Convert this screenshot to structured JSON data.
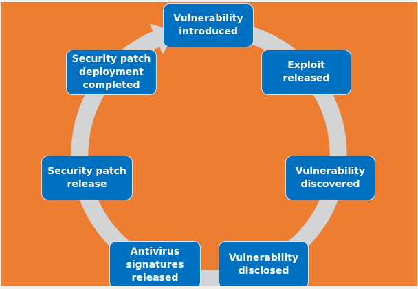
{
  "diagram": {
    "type": "cycle",
    "direction": "clockwise",
    "colors": {
      "background": "#ED7D31",
      "node_fill": "#0070C0",
      "node_text": "#FFFFFF",
      "ring": "#D3D4D6"
    },
    "nodes": [
      {
        "id": "vulnerability-introduced",
        "label": "Vulnerability\nintroduced"
      },
      {
        "id": "exploit-released",
        "label": "Exploit\nreleased"
      },
      {
        "id": "vulnerability-discovered",
        "label": "Vulnerability\ndiscovered"
      },
      {
        "id": "vulnerability-disclosed",
        "label": "Vulnerability\ndisclosed"
      },
      {
        "id": "antivirus-signatures-released",
        "label": "Antivirus\nsignatures\nreleased"
      },
      {
        "id": "security-patch-release",
        "label": "Security patch\nrelease"
      },
      {
        "id": "security-patch-deployment-completed",
        "label": "Security patch\ndeployment\ncompleted"
      }
    ],
    "edges": [
      [
        "vulnerability-introduced",
        "exploit-released"
      ],
      [
        "exploit-released",
        "vulnerability-discovered"
      ],
      [
        "vulnerability-discovered",
        "vulnerability-disclosed"
      ],
      [
        "vulnerability-disclosed",
        "antivirus-signatures-released"
      ],
      [
        "antivirus-signatures-released",
        "security-patch-release"
      ],
      [
        "security-patch-release",
        "security-patch-deployment-completed"
      ],
      [
        "security-patch-deployment-completed",
        "vulnerability-introduced"
      ]
    ]
  }
}
